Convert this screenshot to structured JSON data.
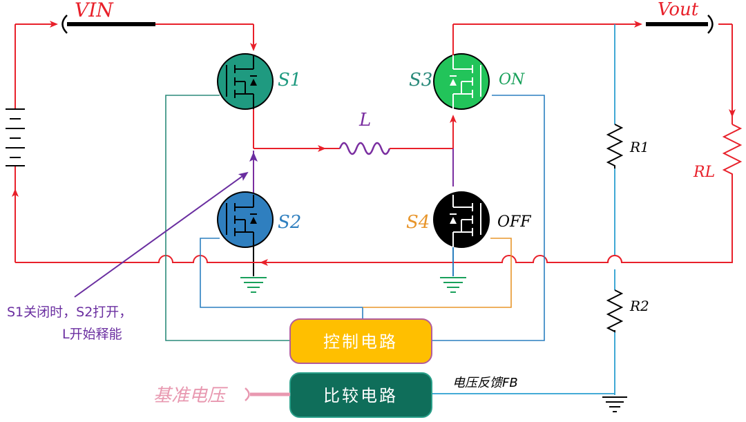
{
  "labels": {
    "vin": "VIN",
    "vout": "Vout",
    "s1": "S1",
    "s2": "S2",
    "s3": "S3",
    "s4": "S4",
    "s3_state": "ON",
    "s4_state": "OFF",
    "inductor": "L",
    "r1": "R1",
    "r2": "R2",
    "rl": "RL",
    "control_circuit": "控制电路",
    "compare_circuit": "比较电路",
    "reference_voltage": "基准电压",
    "feedback": "电压反馈FB",
    "annotation_line1": "S1关闭时，S2打开，",
    "annotation_line2": "L开始释能"
  },
  "colors": {
    "power_path": "#e8202a",
    "control_wire": "#2a8a7a",
    "feedback_wire": "#2a9fd0",
    "orange_wire": "#e8952a",
    "s1_fill": "#1f9a80",
    "s2_fill": "#2f7fbf",
    "s3_fill": "#22c45a",
    "s4_fill": "#000000",
    "control_box": "#ffbf00",
    "compare_box": "#0f6e5a",
    "annotation": "#6a2ea0",
    "inductor": "#7a2ea0",
    "ground": "#18a05a",
    "reference": "#e898b0"
  }
}
